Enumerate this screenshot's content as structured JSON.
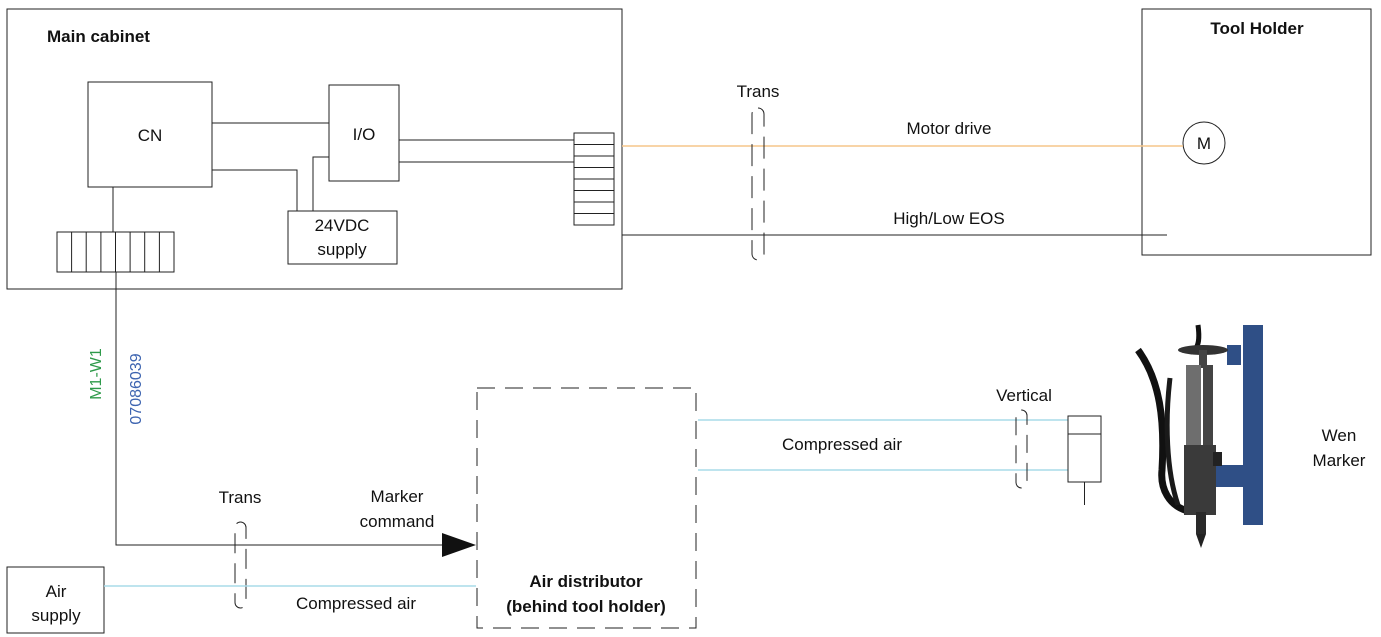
{
  "main_cabinet": {
    "title": "Main cabinet"
  },
  "cn": {
    "label": "CN"
  },
  "io": {
    "label": "I/O"
  },
  "power_supply": {
    "line1": "24VDC",
    "line2": "supply"
  },
  "tool_holder": {
    "title": "Tool Holder",
    "motor_label": "M"
  },
  "trans_top": {
    "label": "Trans"
  },
  "trans_bottom": {
    "label": "Trans"
  },
  "vertical": {
    "label": "Vertical"
  },
  "signals": {
    "motor_drive": "Motor drive",
    "high_low_eos": "High/Low EOS",
    "compressed_air_upper": "Compressed air",
    "compressed_air_lower": "Compressed air",
    "marker_command_line1": "Marker",
    "marker_command_line2": "command"
  },
  "cable": {
    "id": "M1-W1",
    "part_number": "07086039"
  },
  "air_distributor": {
    "line1": "Air distributor",
    "line2": "(behind tool holder)"
  },
  "air_supply": {
    "line1": "Air",
    "line2": "supply"
  },
  "marker": {
    "line1": "Wen",
    "line2": "Marker"
  },
  "colors": {
    "motor_drive_wire": "#f5c68a",
    "air_line": "#a9dbe9",
    "cable_id": "#2e9a4a",
    "part_number": "#3d64b0"
  }
}
